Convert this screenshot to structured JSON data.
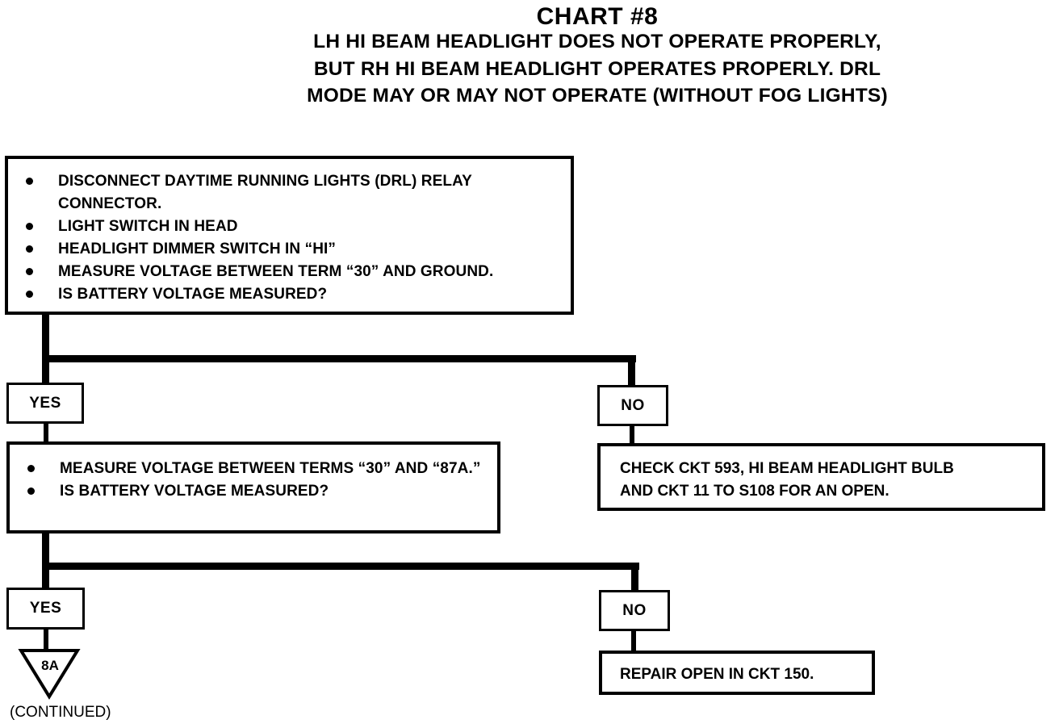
{
  "chart": {
    "title": "CHART #8",
    "subtitle_lines": [
      "LH HI BEAM HEADLIGHT DOES NOT OPERATE PROPERLY,",
      "BUT RH HI BEAM HEADLIGHT OPERATES PROPERLY. DRL",
      "MODE MAY OR MAY NOT OPERATE (WITHOUT FOG LIGHTS)"
    ]
  },
  "step1": {
    "bullets": [
      "DISCONNECT DAYTIME RUNNING LIGHTS (DRL) RELAY CONNECTOR.",
      "LIGHT SWITCH IN HEAD",
      "HEADLIGHT DIMMER SWITCH IN “HI”",
      "MEASURE VOLTAGE BETWEEN TERM “30” AND GROUND.",
      "IS BATTERY VOLTAGE MEASURED?"
    ],
    "yes_label": "YES",
    "no_label": "NO",
    "no_result_lines": [
      "CHECK CKT 593, HI BEAM HEADLIGHT BULB",
      "AND CKT 11 TO S108 FOR AN OPEN."
    ]
  },
  "step2": {
    "bullets": [
      "MEASURE VOLTAGE BETWEEN TERMS “30” AND “87A.”",
      "IS BATTERY VOLTAGE MEASURED?"
    ],
    "yes_label": "YES",
    "no_label": "NO",
    "no_result": "REPAIR OPEN IN CKT 150."
  },
  "continuation": {
    "symbol_label": "8A",
    "text": "(CONTINUED)"
  }
}
